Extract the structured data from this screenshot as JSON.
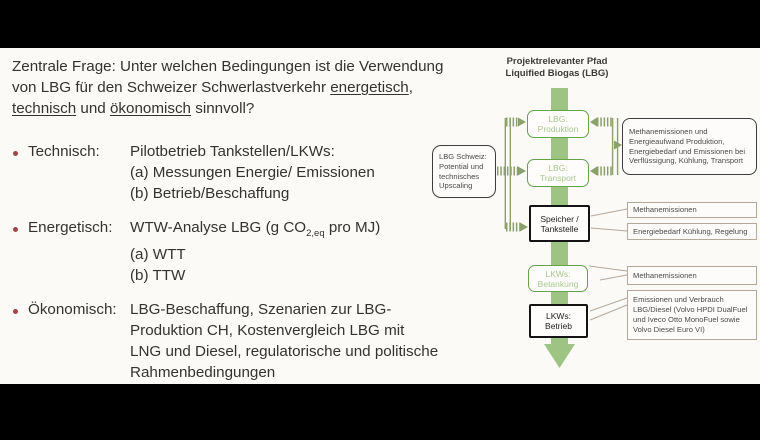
{
  "colors": {
    "slide_bg": "#fbfaf6",
    "letterbox": "#000000",
    "text_dark": "#333333",
    "bullet_maroon": "#a04545",
    "green_border": "#67a24b",
    "green_text": "#a8c88e",
    "band_green": "#9dc483",
    "comb_olive": "#8ba06b",
    "black_box": "#141414",
    "annotation_border": "#b5a79a",
    "annotation_text": "#4a4a4a"
  },
  "heading": {
    "line1": "Zentrale Frage: Unter welchen Bedingungen ist die Verwendung",
    "line2_pre": "von LBG für den Schweizer Schwerlastverkehr ",
    "line2_u": "energetisch",
    "line2_post": ",",
    "line3_u1": "technisch",
    "line3_mid": " und ",
    "line3_u2": "ökonomisch",
    "line3_post": " sinnvoll?"
  },
  "bullets": [
    {
      "label": "Technisch:",
      "lines": [
        "Pilotbetrieb Tankstellen/LKWs:",
        "(a) Messungen Energie/ Emissionen",
        "(b) Betrieb/Beschaffung"
      ]
    },
    {
      "label": "Energetisch:",
      "co2": {
        "pre": "WTW-Analyse LBG (g CO",
        "sub": "2,eq",
        "post": " pro MJ)"
      },
      "lines": [
        "(a) WTT",
        "(b) TTW"
      ]
    },
    {
      "label": "Ökonomisch:",
      "lines": [
        "LBG-Beschaffung, Szenarien zur LBG-",
        "Produktion CH, Kostenvergleich LBG mit",
        "LNG und Diesel, regulatorische und politische",
        "Rahmenbedingungen"
      ]
    }
  ],
  "flowchart": {
    "title": [
      "Projektrelevanter Pfad",
      "Liquified Biogas (LBG)"
    ],
    "nodes": [
      {
        "line1": "LBG:",
        "line2": "Produktion"
      },
      {
        "line1": "LBG:",
        "line2": "Transport"
      },
      {
        "line1": "Speicher /",
        "line2": "Tankstelle"
      },
      {
        "line1": "LKWs:",
        "line2": "Betankung"
      },
      {
        "line1": "LKWs:",
        "line2": "Betrieb"
      }
    ],
    "side_note_lines": [
      "LBG Schweiz:",
      "Potential und",
      "technisches",
      "Upscaling"
    ],
    "right_box_lines": [
      "Methanemissionen und",
      "Energieaufwand Produktion,",
      "Energiebedarf und Emissionen bei",
      "Verflüssigung, Kühlung, Transport"
    ],
    "label_methan1": "Methanemissionen",
    "label_energiebedarf": "Energiebedarf Kühlung, Regelung",
    "label_methan2": "Methanemissionen",
    "emissionen_lines": [
      "Emissionen und Verbrauch",
      "LBG/Diesel (Volvo HPDI DualFuel",
      "und Iveco Otto MonoFuel sowie",
      "Volvo Diesel Euro VI)"
    ]
  }
}
